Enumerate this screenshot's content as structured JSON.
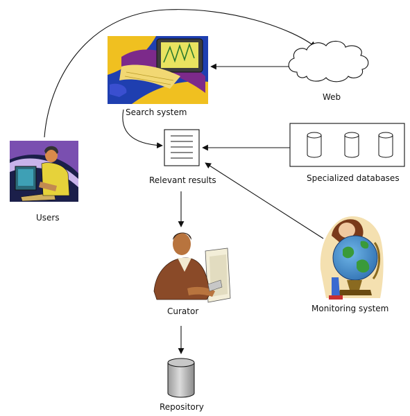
{
  "nodes": {
    "users": "Users",
    "search_system": "Search system",
    "web": "Web",
    "relevant_results": "Relevant results",
    "specialized_databases": "Specialized databases",
    "curator": "Curator",
    "monitoring_system": "Monitoring system",
    "repository": "Repository"
  },
  "edges": [
    {
      "from": "users",
      "to": "web"
    },
    {
      "from": "web",
      "to": "search_system"
    },
    {
      "from": "search_system",
      "to": "relevant_results"
    },
    {
      "from": "specialized_databases",
      "to": "relevant_results"
    },
    {
      "from": "monitoring_system",
      "to": "relevant_results"
    },
    {
      "from": "relevant_results",
      "to": "curator"
    },
    {
      "from": "curator",
      "to": "repository"
    }
  ],
  "colors": {
    "line": "#111111",
    "cylinder_fill": "#c8c8c8",
    "document_fill": "#ffffff"
  }
}
